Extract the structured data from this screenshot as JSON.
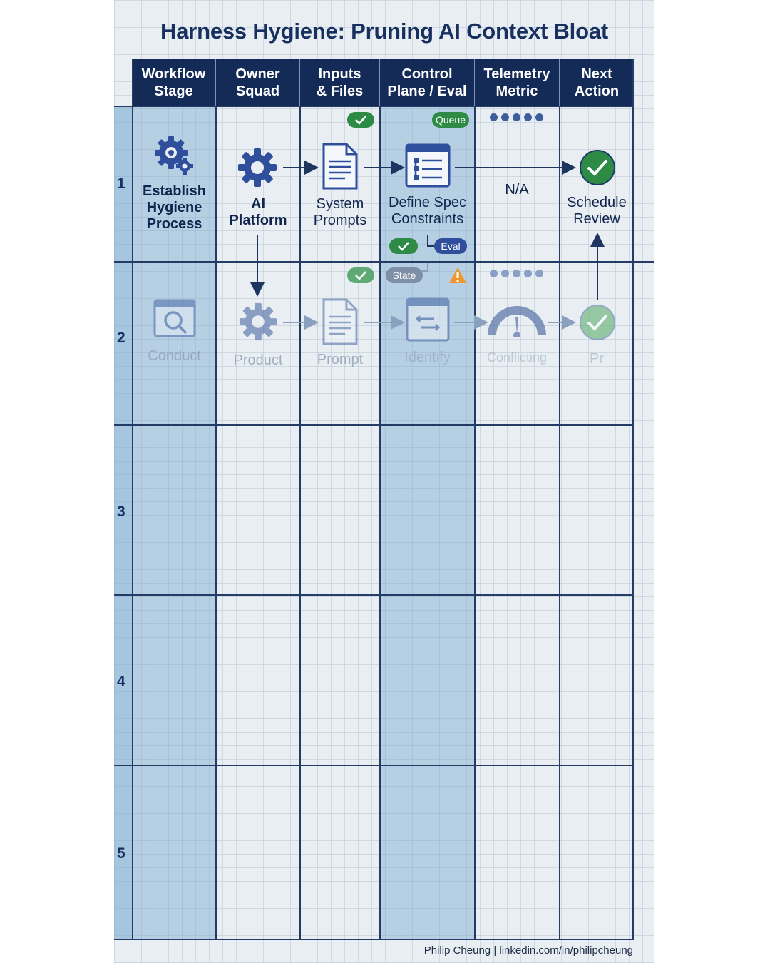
{
  "title": "Harness Hygiene: Pruning AI Context Bloat",
  "columns": [
    {
      "line1": "Workflow",
      "line2": "Stage"
    },
    {
      "line1": "Owner",
      "line2": "Squad"
    },
    {
      "line1": "Inputs",
      "line2": "& Files"
    },
    {
      "line1": "Control",
      "line2": "Plane / Eval"
    },
    {
      "line1": "Telemetry",
      "line2": "Metric"
    },
    {
      "line1": "Next",
      "line2": "Action"
    }
  ],
  "row_numbers": [
    "1",
    "2",
    "3",
    "4",
    "5"
  ],
  "row1": {
    "stage": [
      "Establish",
      "Hygiene",
      "Process"
    ],
    "owner": [
      "AI",
      "Platform"
    ],
    "inputs": [
      "System",
      "Prompts"
    ],
    "control": [
      "Define Spec",
      "Constraints"
    ],
    "telemetry": "N/A",
    "action": [
      "Schedule",
      "Review"
    ],
    "badge_queue": "Queue",
    "badge_eval": "Eval"
  },
  "row2": {
    "stage": "Conduct",
    "owner": "Product",
    "inputs": "Prompt",
    "control": "Identify",
    "telemetry": "Conflicting",
    "action": "Pr",
    "badge_state": "State"
  },
  "footer": "Philip Cheung | linkedin.com/in/philipcheung",
  "colors": {
    "navy": "#142b57",
    "accent_blue": "#2f4f9c",
    "success_green": "#2e8b45",
    "warning_orange": "#f0962e",
    "column_band": "#9ec4dd"
  }
}
